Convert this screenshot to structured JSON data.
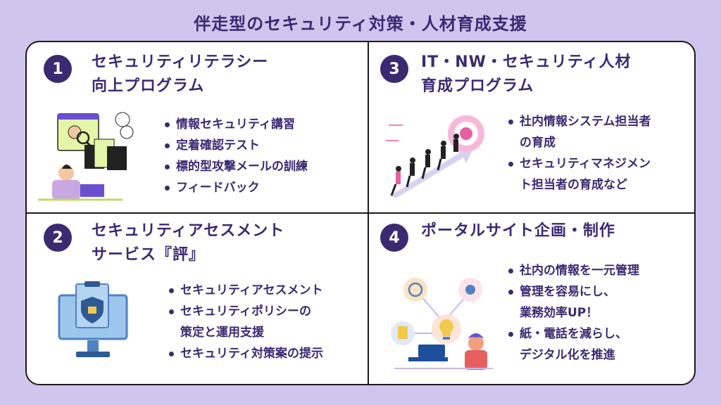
{
  "title": "伴走型のセキュリティ対策・人材育成支援",
  "panels": [
    {
      "number": "1",
      "title_line1": "セキュリティリテラシー",
      "title_line2": "向上プログラム",
      "items": [
        "情報セキュリティ講習",
        "定着確認テスト",
        "標的型攻撃メールの訓練",
        "フィードバック"
      ],
      "icon": "online-learning-illustration"
    },
    {
      "number": "3",
      "title_line1": "IT・NW・セキュリティ人材",
      "title_line2": "育成プログラム",
      "items": [
        "社内情報システム担当者",
        "の育成",
        "セキュリティマネジメン",
        "ト担当者の育成など"
      ],
      "icon": "team-climbing-target-illustration"
    },
    {
      "number": "2",
      "title_line1": "セキュリティアセスメント",
      "title_line2": "サービス『評』",
      "items": [
        "セキュリティアセスメント",
        "セキュリティポリシーの",
        "策定と運用支援",
        "セキュリティ対策案の提示"
      ],
      "icon": "security-monitor-illustration"
    },
    {
      "number": "4",
      "title_line1": "ポータルサイト企画・制作",
      "title_line2": "",
      "items": [
        "社内の情報を一元管理",
        "管理を容易にし、",
        " 業務効率UP！",
        "紙・電話を減らし、",
        "デジタル化を推進"
      ],
      "icon": "idea-workflow-illustration"
    }
  ],
  "colors": {
    "background": "#cfc6ee",
    "accent": "#3b2a72",
    "panel": "#ffffff"
  }
}
